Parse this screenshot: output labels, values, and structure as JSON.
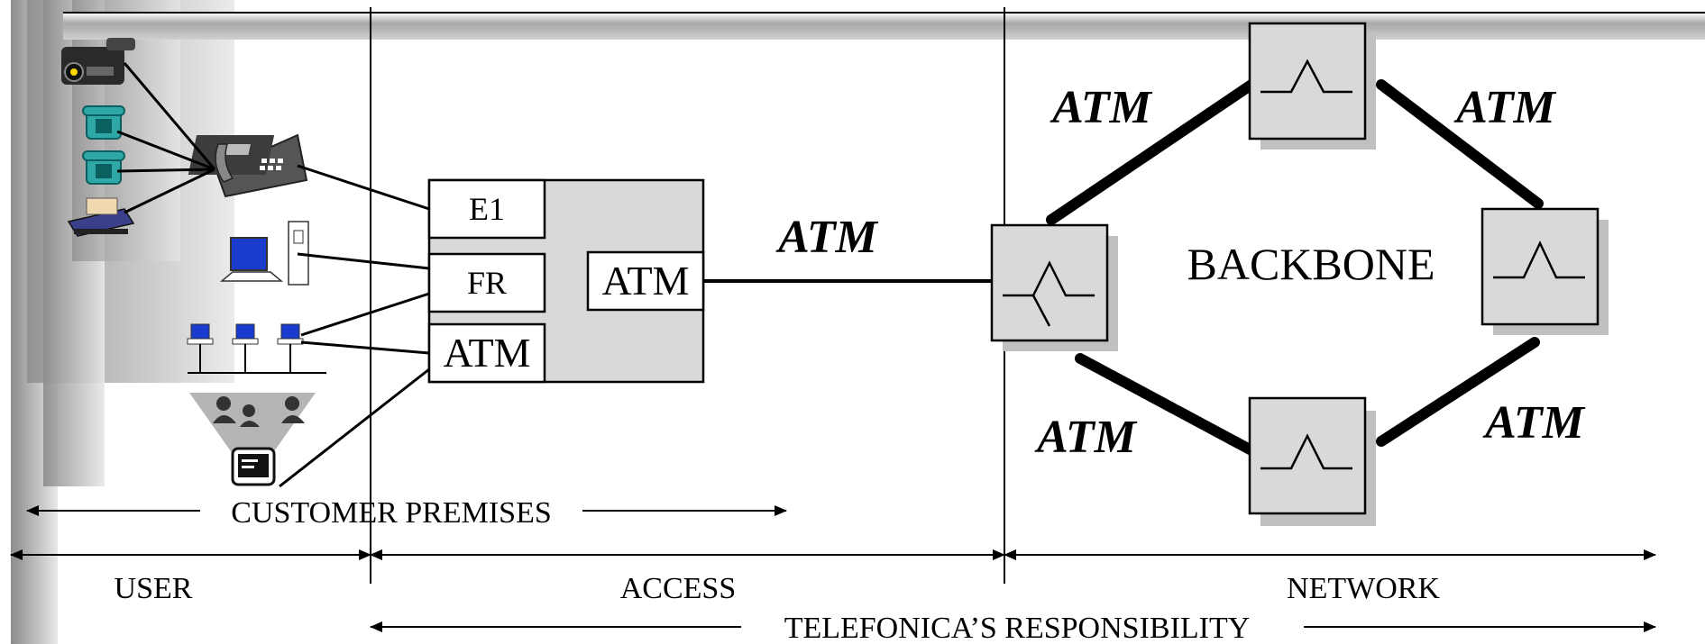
{
  "title_bar": "",
  "access_box": {
    "ports": [
      "E1",
      "FR",
      "ATM"
    ],
    "uplink": "ATM"
  },
  "links": {
    "access_to_backbone": "ATM",
    "backbone_top_left": "ATM",
    "backbone_top_right": "ATM",
    "backbone_bottom_left": "ATM",
    "backbone_bottom_right": "ATM"
  },
  "backbone_label": "BACKBONE",
  "spans": {
    "customer_premises": "CUSTOMER PREMISES",
    "user": "USER",
    "access": "ACCESS",
    "network": "NETWORK",
    "responsibility": "TELEFONICA’S RESPONSIBILITY"
  },
  "icons": [
    "video-camera-icon",
    "phone-icon",
    "phone-icon",
    "fax-icon",
    "pbx-telephone-icon",
    "computer-icon",
    "lan-terminals-icon",
    "videoconference-icon",
    "switch-icon"
  ],
  "colors": {
    "background_panel": "#b8b8b8",
    "box_fill": "#d9d9d9",
    "shadow": "#c0c0c0",
    "line": "#000000",
    "phone_teal": "#2fa7a7",
    "screen_blue": "#1a3ccc"
  }
}
